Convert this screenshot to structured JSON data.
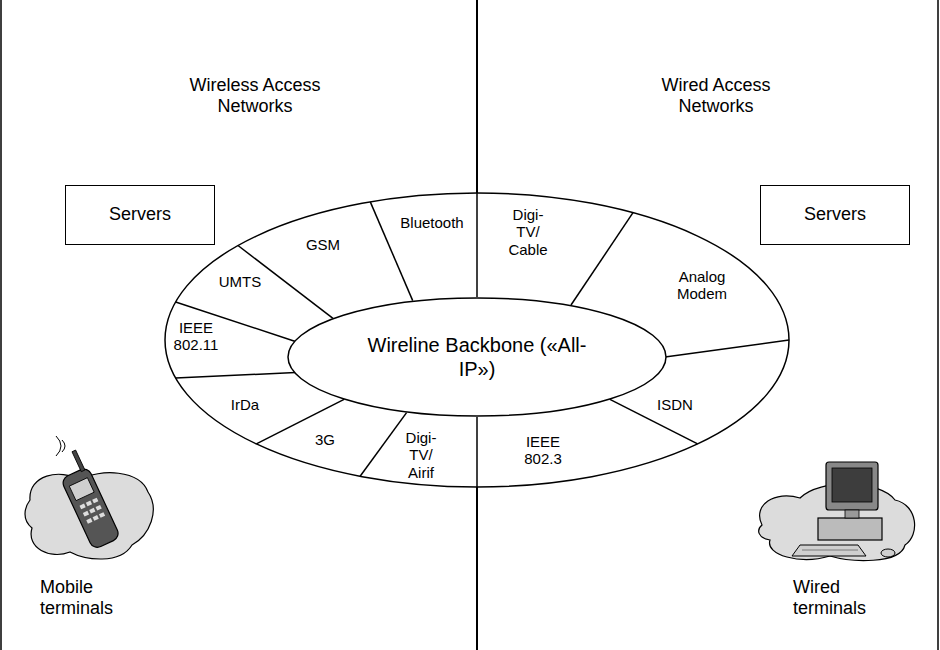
{
  "diagram": {
    "nodes": [
      {
        "text": [
          "Servers"
        ]
      },
      {
        "text": [
          "Servers"
        ]
      },
      {
        "text": [
          "Wireline Backbone («All-IP»)"
        ]
      }
    ],
    "labels": [
      "Wireless Access Networks",
      "Wired Access Networks",
      "Bluetooth",
      "Digi-TV/ Cable",
      "GSM",
      "Analog Modem",
      "UMTS",
      "IEEE 802.11",
      "ISDN",
      "IrDa",
      "3G",
      "Digi-TV/ Airif",
      "IEEE 802.3",
      "Mobile terminals",
      "Wired terminals"
    ]
  }
}
